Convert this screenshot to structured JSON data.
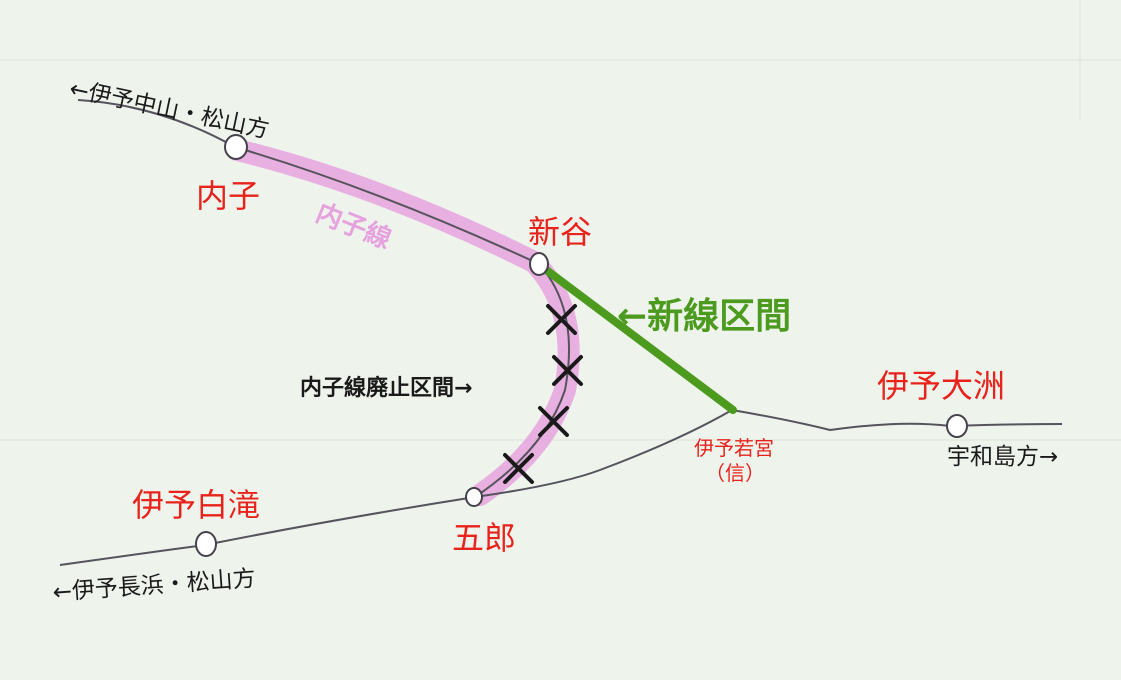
{
  "colors": {
    "background": "#eef3ec",
    "track": "#55535c",
    "uchiko_line": "#e6a2df",
    "new_section": "#4c9a1e",
    "station_label": "#e8231c",
    "abolished_mark": "#1a1a1a"
  },
  "labels": {
    "dir_iyo_nakayama": "←伊予中山・松山方",
    "dir_iyo_nagahama": "←伊予長浜・松山方",
    "dir_uwajima": "宇和島方→",
    "uchiko_line": "内子線",
    "new_section": "←新線区間",
    "abolished_section": "内子線廃止区間→"
  },
  "stations": {
    "uchiko": "内子",
    "niiya": "新谷",
    "goro": "五郎",
    "iyo_shirataki": "伊予白滝",
    "iyo_ozu": "伊予大洲",
    "iyo_wakamiya": "伊予若宮",
    "iyo_wakamiya_note": "（信）"
  },
  "icons": {
    "station_marker": "station-marker-icon",
    "abolished_mark": "cross-mark-icon"
  }
}
